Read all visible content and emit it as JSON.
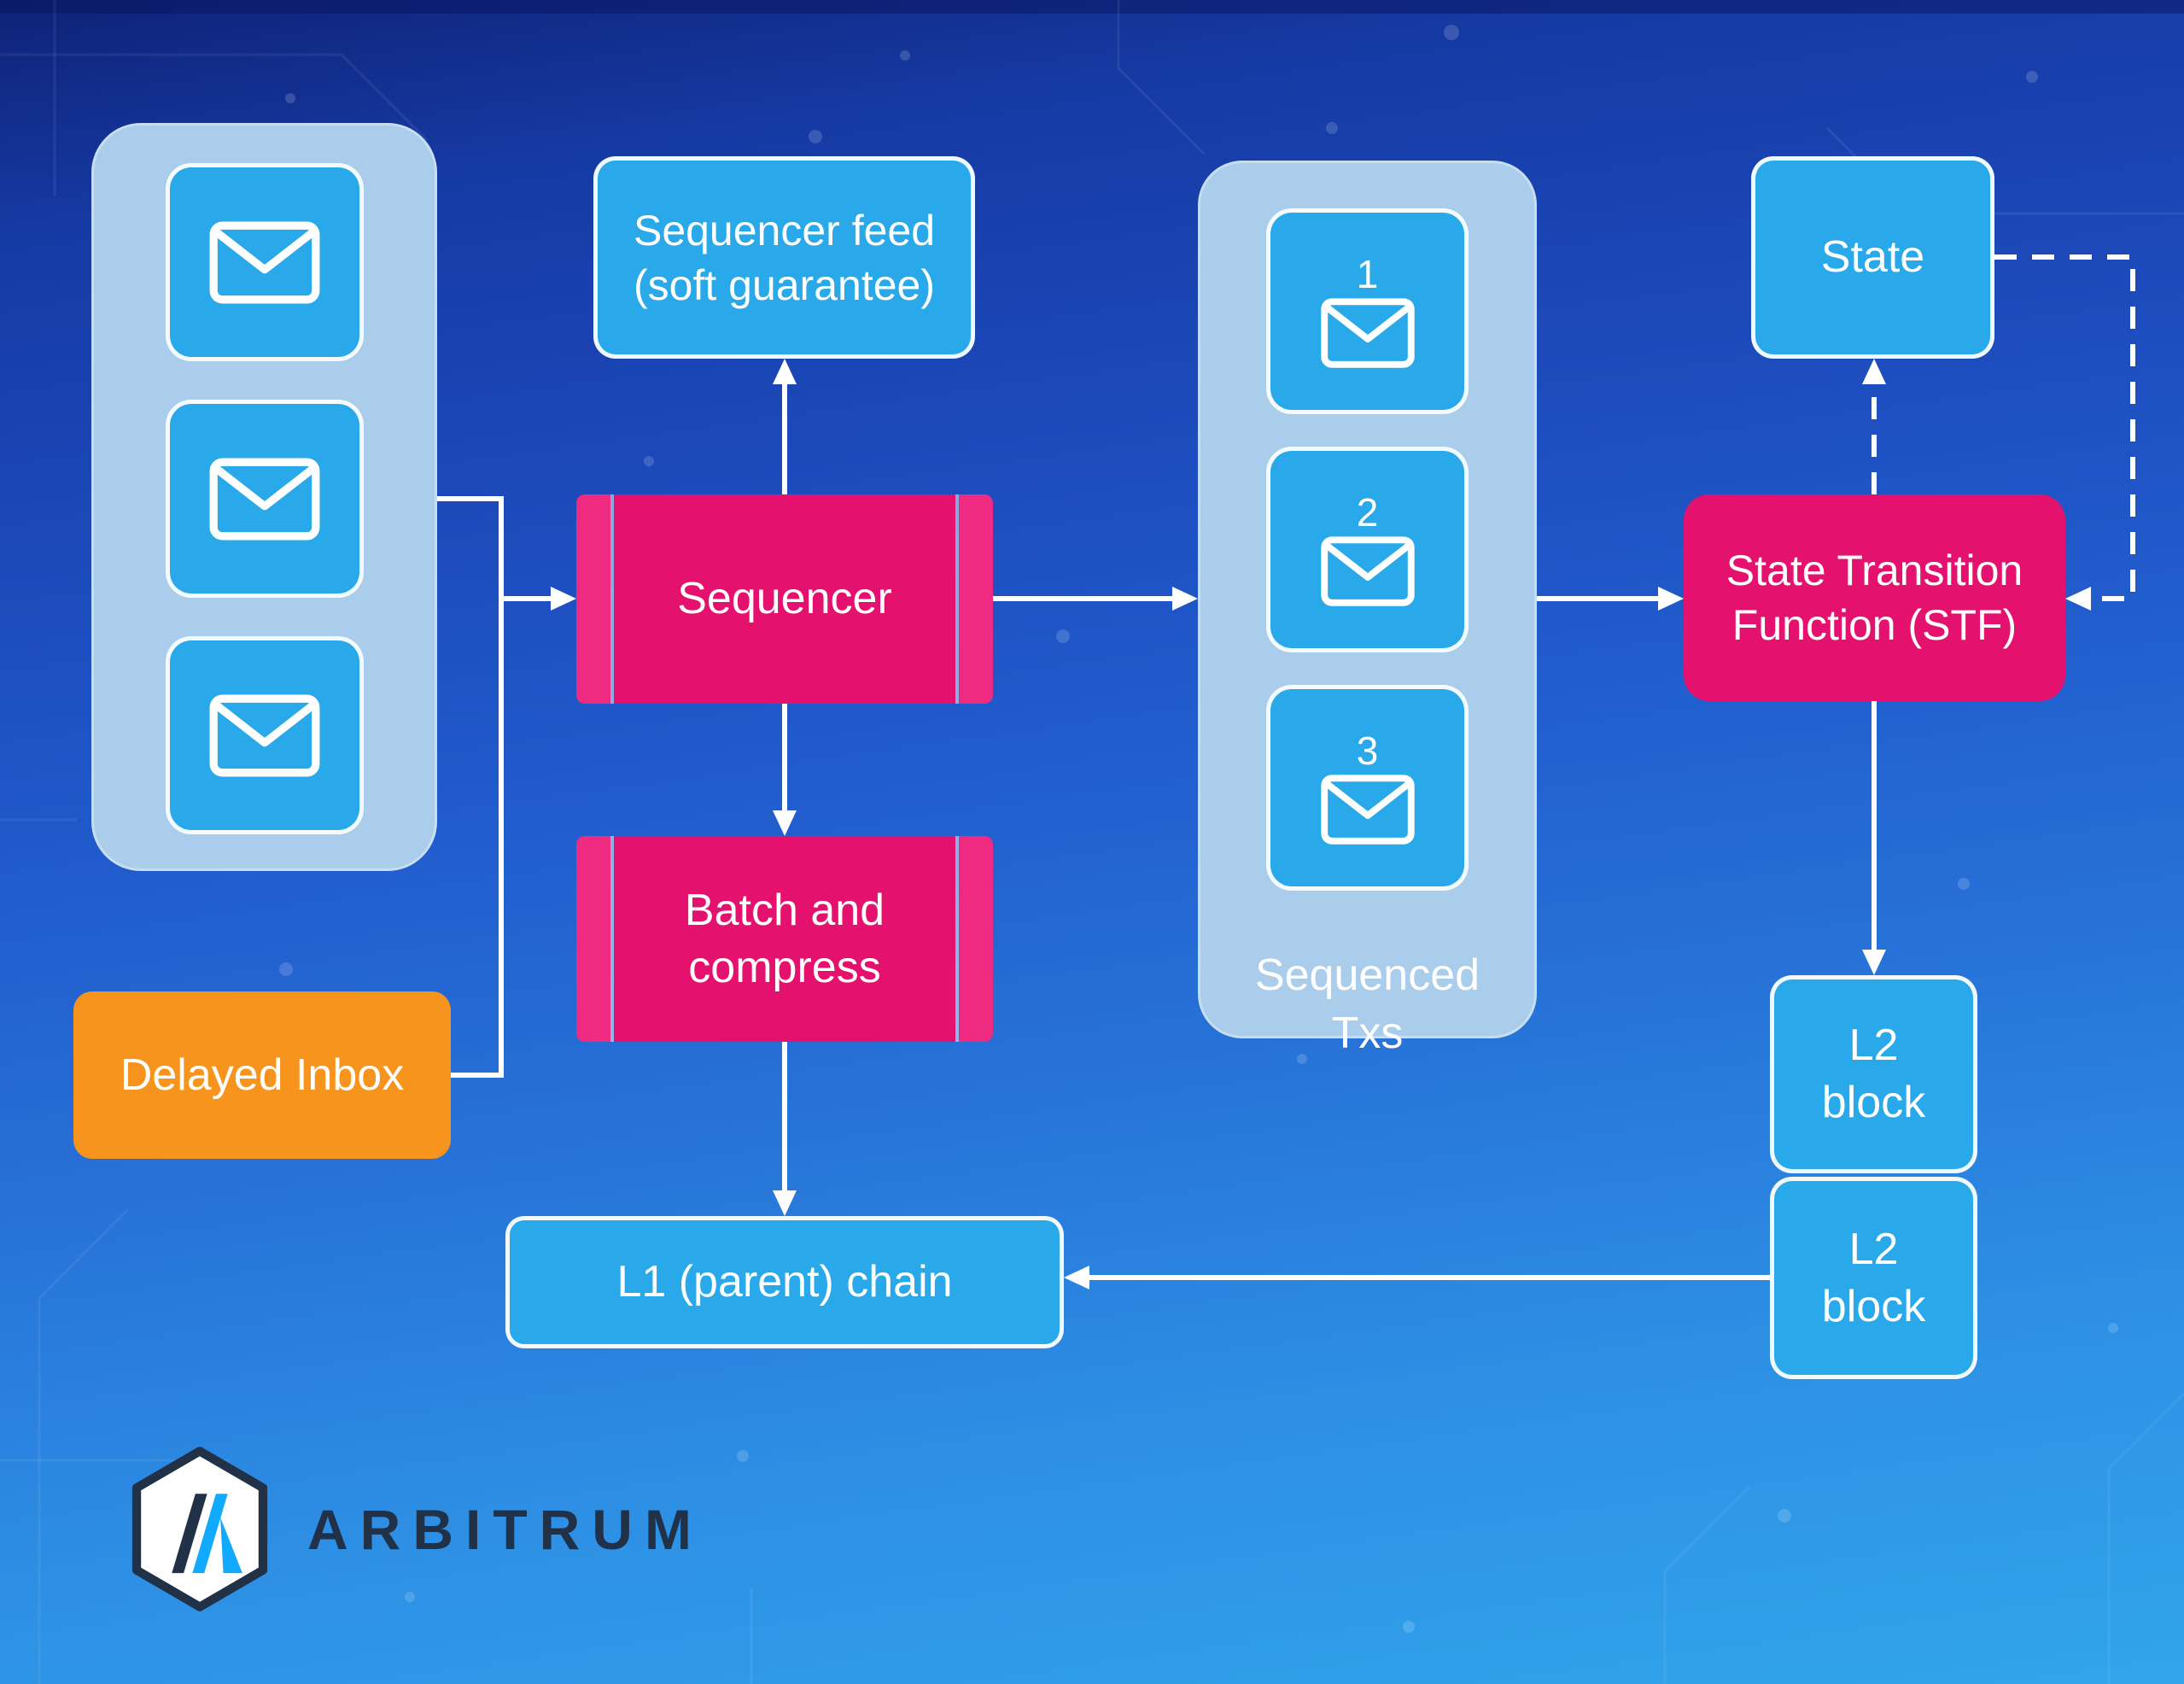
{
  "colors": {
    "pink": "#e5116e",
    "pink-band": "#ee2b80",
    "blue-node": "#29a9ea",
    "container-blue": "#a9cdea",
    "orange": "#f7941d",
    "line": "#ffffff",
    "logo-navy": "#213147",
    "logo-blue": "#12aaff"
  },
  "nodes": {
    "incoming_txs": {
      "envelope_count": 3
    },
    "sequencer_feed": {
      "label": "Sequencer feed\n(soft guarantee)"
    },
    "sequencer": {
      "label": "Sequencer"
    },
    "batch_compress": {
      "label": "Batch and\ncompress"
    },
    "delayed_inbox": {
      "label": "Delayed Inbox"
    },
    "l1_chain": {
      "label": "L1 (parent) chain"
    },
    "sequenced_txs": {
      "numbers": [
        "1",
        "2",
        "3"
      ],
      "label": "Sequenced\nTxs"
    },
    "state": {
      "label": "State"
    },
    "stf": {
      "label": "State Transition\nFunction (STF)"
    },
    "l2_block_top": {
      "label": "L2\nblock"
    },
    "l2_block_bottom": {
      "label": "L2\nblock"
    }
  },
  "branding": {
    "wordmark": "ARBITRUM"
  }
}
